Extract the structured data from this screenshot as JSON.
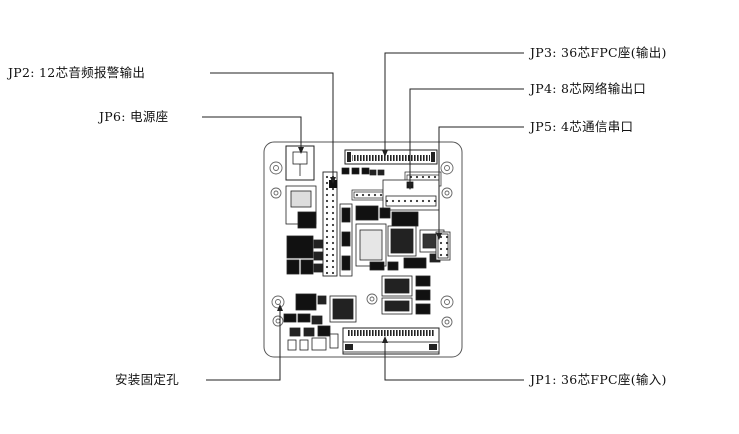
{
  "figure": {
    "callouts": {
      "jp2": "JP2: 12芯音频报警输出",
      "jp6": "JP6: 电源座",
      "jp3": "JP3: 36芯FPC座(输出)",
      "jp4": "JP4: 8芯网络输出口",
      "jp5": "JP5: 4芯通信串口",
      "mount": "安装固定孔",
      "jp1": "JP1: 36芯FPC座(输入)"
    },
    "colors": {
      "line": "#222222",
      "board": "#ffffff",
      "ink": "#111111"
    }
  }
}
